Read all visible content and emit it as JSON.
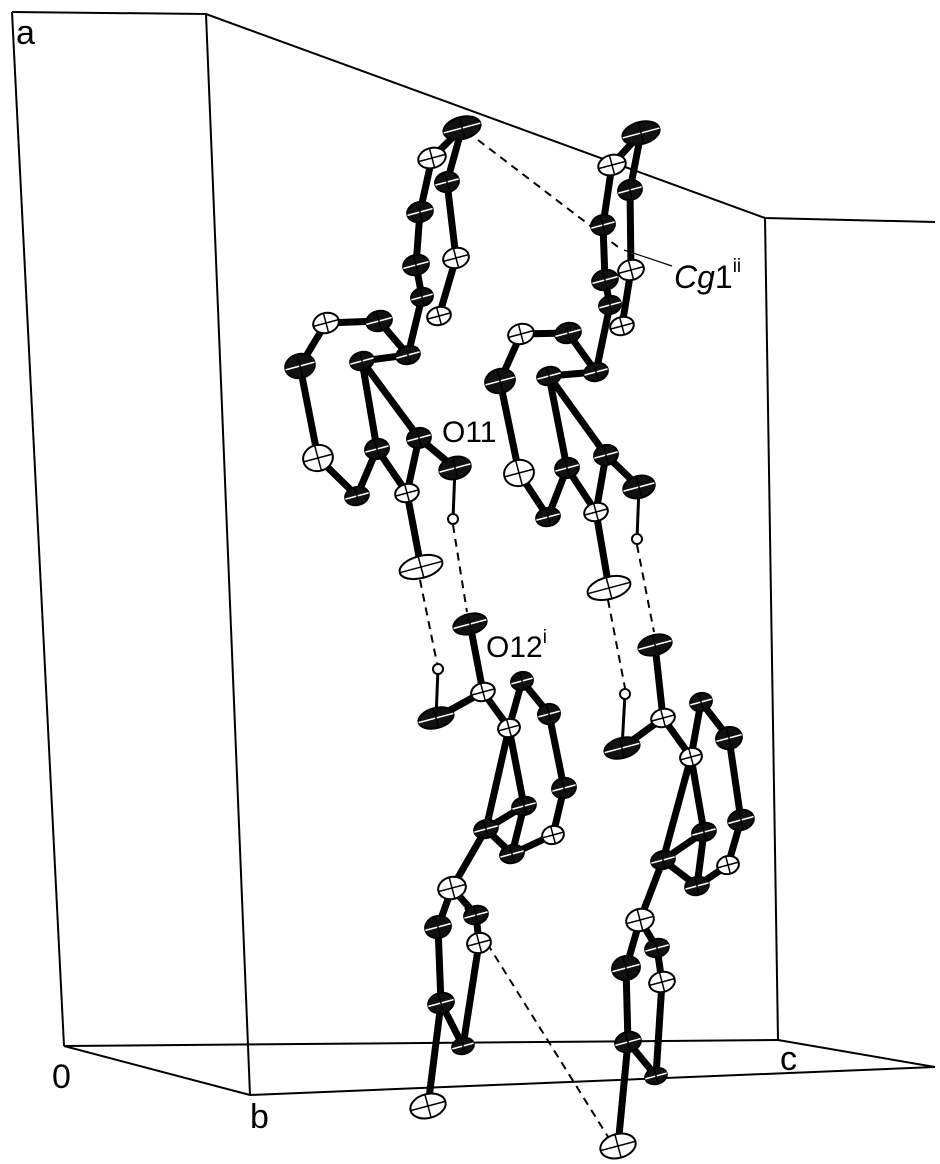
{
  "axes": {
    "a": "a",
    "b": "b",
    "c": "c",
    "origin": "0"
  },
  "atom_labels": {
    "o11": "O11",
    "o12": {
      "base": "O12",
      "sup": "i"
    },
    "cg1": {
      "base": "Cg",
      "num": "1",
      "sup": "ii"
    }
  },
  "colors": {
    "ink": "#000000",
    "paper": "#ffffff"
  }
}
